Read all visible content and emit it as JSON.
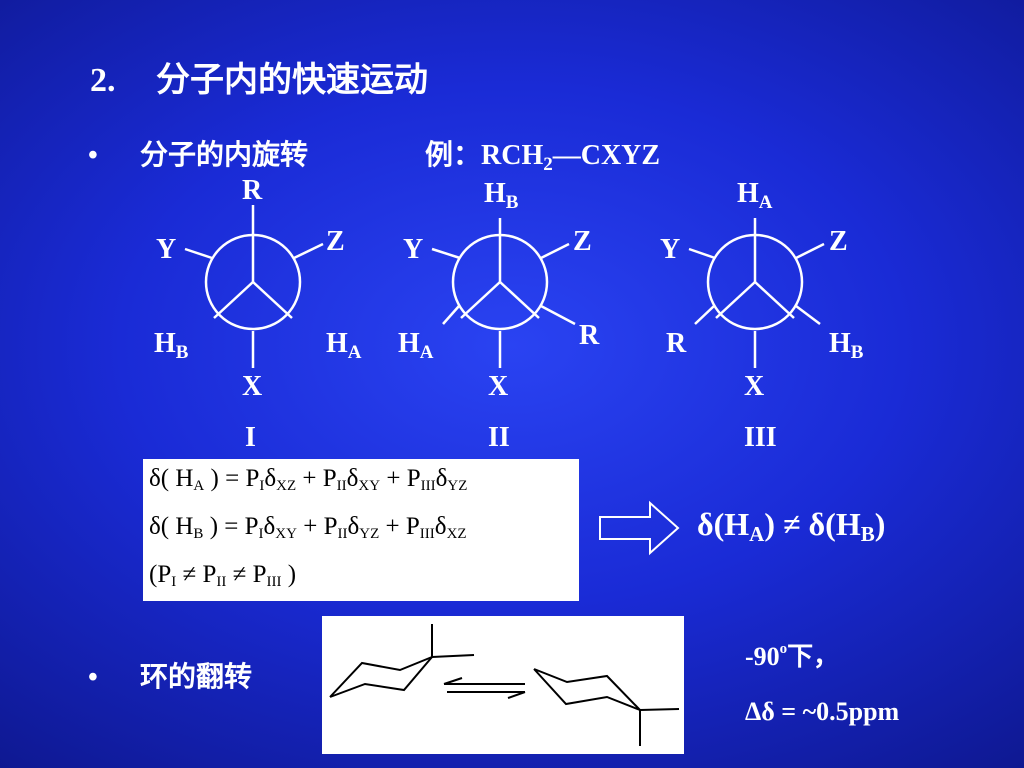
{
  "heading": {
    "number": "2.",
    "title": "分子内的快速运动"
  },
  "bullet1": {
    "marker": "•",
    "text": "分子的内旋转",
    "example_prefix": "例：RCH",
    "example_sub": "2",
    "example_suffix": "—CXYZ"
  },
  "newman": [
    {
      "top": "R",
      "upper_left": "Y",
      "upper_right": "Z",
      "lower_left": "H",
      "lower_left_sub": "B",
      "lower_right": "H",
      "lower_right_sub": "A",
      "bottom": "X",
      "roman": "I"
    },
    {
      "top": "H",
      "top_sub": "B",
      "upper_left": "Y",
      "upper_right": "Z",
      "lower_left": "H",
      "lower_left_sub": "A",
      "lower_right": "R",
      "bottom": "X",
      "roman": "II"
    },
    {
      "top": "H",
      "top_sub": "A",
      "upper_left": "Y",
      "upper_right": "Z",
      "lower_left": "R",
      "lower_right": "H",
      "lower_right_sub": "B",
      "bottom": "X",
      "roman": "III"
    }
  ],
  "formulas": {
    "line1": {
      "lhs": "δ( H",
      "lhs_sub": "A",
      "eq": " ) = P",
      "s1": "I",
      "d1": "δ",
      "d1s": "XZ",
      "p2": " + P",
      "s2": "II",
      "d2": "δ",
      "d2s": "XY",
      "p3": " + P",
      "s3": "III",
      "d3": "δ",
      "d3s": "YZ"
    },
    "line2": {
      "lhs": "δ( H",
      "lhs_sub": "B",
      "eq": " ) = P",
      "s1": "I",
      "d1": "δ",
      "d1s": "XY",
      "p2": " + P",
      "s2": "II",
      "d2": "δ",
      "d2s": "YZ",
      "p3": " + P",
      "s3": "III",
      "d3": "δ",
      "d3s": "XZ"
    },
    "line3": {
      "a": "(P",
      "a_sub": "I",
      "b": "  ≠ P",
      "b_sub": "II",
      "c": "  ≠ P",
      "c_sub": "III",
      "d": " )"
    }
  },
  "result": {
    "a": "δ(H",
    "a_sub": "A",
    "mid": ") ≠ δ(H",
    "b_sub": "B",
    "end": ")"
  },
  "bullet2": {
    "marker": "•",
    "text": "环的翻转"
  },
  "notes": {
    "line1_prefix": "-90",
    "line1_sup": "o",
    "line1_suffix": "下，",
    "line2": "Δδ = ~0.5ppm"
  }
}
